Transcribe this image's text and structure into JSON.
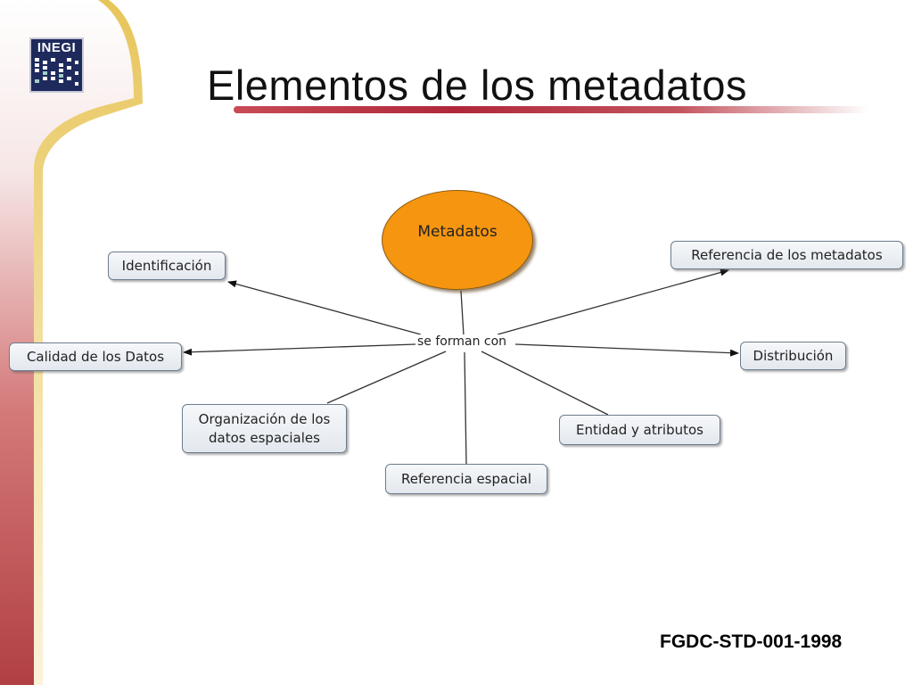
{
  "slide": {
    "title": "Elementos de los metadatos",
    "logo_text": "INEGI",
    "footer_standard": "FGDC-STD-001-1998"
  },
  "diagram": {
    "center": "Metadatos",
    "link_label": "se forman con",
    "nodes": {
      "identificacion": "Identificación",
      "calidad": "Calidad de los Datos",
      "organizacion": "Organización de los datos espaciales",
      "referencia_espacial": "Referencia espacial",
      "entidad": "Entidad y atributos",
      "distribucion": "Distribución",
      "referencia_metadatos": "Referencia de los metadatos"
    }
  },
  "colors": {
    "center_fill": "#f59510",
    "accent_rule": "#b0283a",
    "sidebar": "#a82a2e",
    "logo": "#1f2a5c"
  }
}
